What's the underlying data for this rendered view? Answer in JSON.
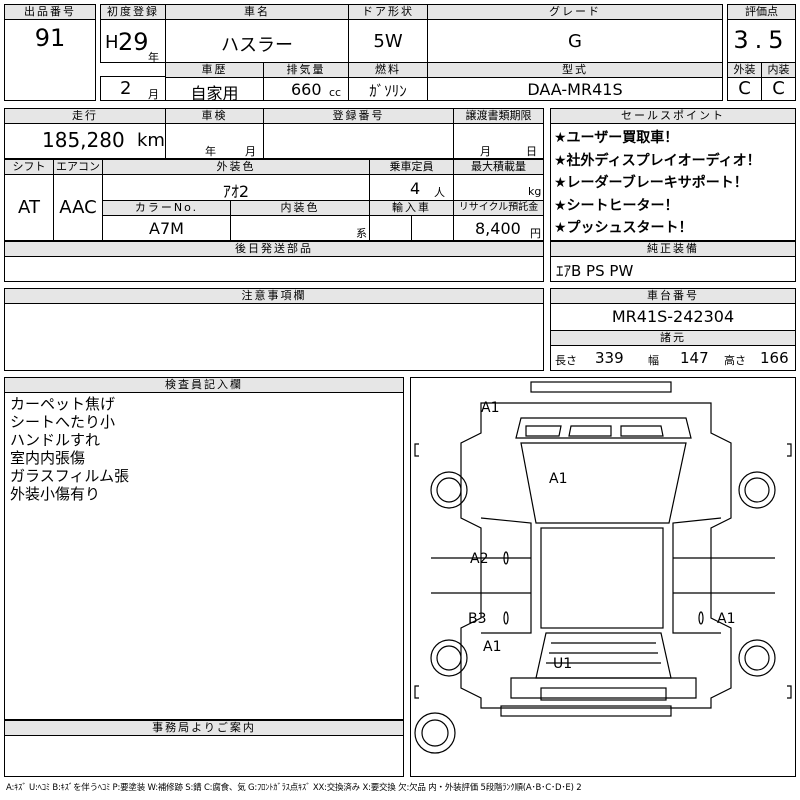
{
  "lot": {
    "label": "出品番号",
    "value": "91"
  },
  "reg": {
    "label": "初度登録",
    "era": "H",
    "year": "29",
    "year_unit": "年",
    "month": "2",
    "month_unit": "月"
  },
  "car_name": {
    "label": "車名",
    "value": "ハスラー"
  },
  "door": {
    "label": "ドア形状",
    "value": "5W"
  },
  "grade": {
    "label": "グレード",
    "value": "G"
  },
  "score": {
    "label": "評価点",
    "value": "3.5",
    "exterior_label": "外装",
    "exterior": "C",
    "interior_label": "内装",
    "interior": "C"
  },
  "history": {
    "label": "車歴",
    "value": "自家用"
  },
  "displacement": {
    "label": "排気量",
    "value": "660",
    "unit": "cc"
  },
  "fuel": {
    "label": "燃料",
    "value": "ｶﾞｿﾘﾝ"
  },
  "model": {
    "label": "型式",
    "value": "DAA-MR41S"
  },
  "mileage": {
    "label": "走行",
    "value": "185,280",
    "unit": "km"
  },
  "inspection": {
    "label": "車検",
    "year_unit": "年",
    "month_unit": "月"
  },
  "plate": {
    "label": "登録番号"
  },
  "transfer": {
    "label": "譲渡書類期限",
    "month_unit": "月",
    "day_unit": "日"
  },
  "shift": {
    "label": "シフト",
    "value": "AT"
  },
  "aircon": {
    "label": "エアコン",
    "value": "AAC"
  },
  "exterior_color": {
    "label": "外装色",
    "value": "ｱｵ2"
  },
  "capacity": {
    "label": "乗車定員",
    "value": "4",
    "unit": "人"
  },
  "max_load": {
    "label": "最大積載量",
    "unit": "kg"
  },
  "color_no": {
    "label": "カラーNo.",
    "value": "A7M"
  },
  "interior_color": {
    "label": "内装色",
    "suffix": "系"
  },
  "import": {
    "label": "輸入車"
  },
  "recycle": {
    "label": "リサイクル預託金",
    "value": "8,400",
    "unit": "円"
  },
  "later_parts": {
    "label": "後日発送部品"
  },
  "sales_points": {
    "label": "セールスポイント",
    "items": [
      "★ユーザー買取車！",
      "★社外ディスプレイオーディオ！",
      "★レーダーブレーキサポート！",
      "★シートヒーター！",
      "★プッシュスタート！"
    ]
  },
  "equipment": {
    "label": "純正装備",
    "value": "ｴｱB PS PW"
  },
  "caution": {
    "label": "注意事項欄"
  },
  "chassis": {
    "label": "車台番号",
    "value": "MR41S-242304"
  },
  "dims": {
    "label": "諸元",
    "length_label": "長さ",
    "length": "339",
    "width_label": "幅",
    "width": "147",
    "height_label": "高さ",
    "height": "166"
  },
  "inspector": {
    "label": "検査員記入欄",
    "notes": [
      "カーペット焦げ",
      "シートへたり小",
      "ハンドルすれ",
      "室内内張傷",
      "ガラスフィルム張",
      "外装小傷有り"
    ]
  },
  "office": {
    "label": "事務局よりご案内"
  },
  "damage_marks": [
    "A1",
    "A1",
    "A2",
    "B3",
    "A1",
    "A1",
    "U1"
  ],
  "legend": "A:ｷｽﾞ U:ﾍｺﾐ B:ｷｽﾞを伴うﾍｺﾐ P:要塗装 W:補修跡 S:錆 C:腐食、気 G:ﾌﾛﾝﾄｶﾞﾗｽ点ｷｽﾞ XX:交換済み X:要交換 欠:欠品 内・外装評価 5段階ﾗﾝｸ順(A･B･C･D･E) 2"
}
